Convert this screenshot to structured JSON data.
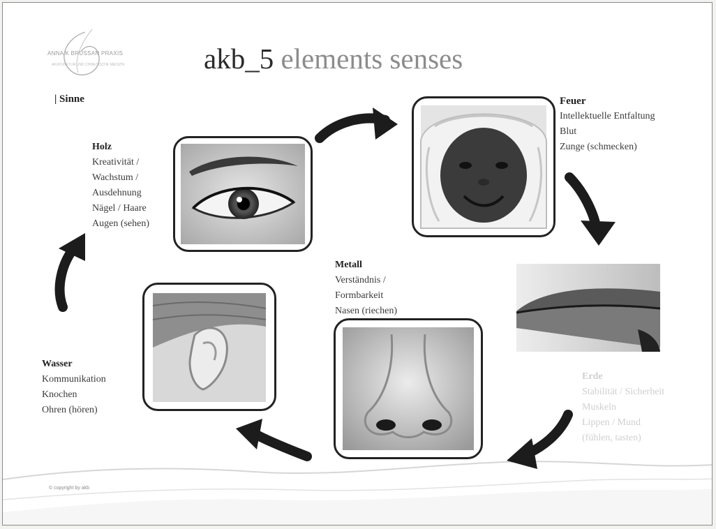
{
  "logo": {
    "line1": "ANNA K BRUSSAN PRAXIS",
    "line2": "AKUPUNKTUR UND CHINESISCHE MEDIZIN"
  },
  "title": {
    "part1": "akb_5",
    "part2": " elements senses"
  },
  "section_label": "| Sinne",
  "elements": {
    "holz": {
      "name": "Holz",
      "lines": [
        "Kreativität /",
        "Wachstum /",
        "Ausdehnung",
        "Nägel / Haare",
        "Augen (sehen)"
      ]
    },
    "feuer": {
      "name": "Feuer",
      "lines": [
        "Intellektuelle Entfaltung",
        "Blut",
        "Zunge (schmecken)"
      ]
    },
    "erde": {
      "name": "Erde",
      "lines": [
        "Stabilität / Sicherheit",
        "Muskeln",
        "Lippen / Mund",
        "(fühlen, tasten)"
      ]
    },
    "metall": {
      "name": "Metall",
      "lines": [
        "Verständnis /",
        "Formbarkeit",
        "Nasen (riechen)"
      ]
    },
    "wasser": {
      "name": "Wasser",
      "lines": [
        "Kommunikation",
        "Knochen",
        "Ohren (hören)"
      ]
    }
  },
  "footer": {
    "copyright": "© copyright by akb"
  },
  "colors": {
    "arrow": "#1c1c1c",
    "frame": "#222222",
    "faint_text": "#cfcfcf"
  }
}
